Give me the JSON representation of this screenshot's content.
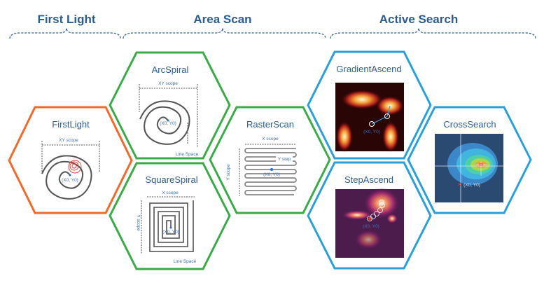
{
  "headers": {
    "first_light": "First Light",
    "area_scan": "Area Scan",
    "active_search": "Active Search"
  },
  "colors": {
    "first_light": "#f26a2b",
    "area_scan": "#3aab47",
    "active_search": "#2a9fd8",
    "title": "#2f5f96"
  },
  "cells": {
    "firstlight": {
      "title": "FirstLight",
      "scope": "XY scope",
      "origin": "(X0, Y0)"
    },
    "arcspiral": {
      "title": "ArcSpiral",
      "scope": "XY scope",
      "origin": "(X0, Y0)",
      "spacing": "Line Space"
    },
    "squarespiral": {
      "title": "SquareSpiral",
      "xscope": "X scope",
      "yscope": "Y scope",
      "origin": "(X0, Y0)",
      "spacing": "Line Space"
    },
    "rasterscan": {
      "title": "RasterScan",
      "xscope": "X scope",
      "yscope": "Y scope",
      "ystep": "Y step",
      "origin": "(X0, Y0)"
    },
    "gradientascend": {
      "title": "GradientAscend",
      "origin": "(X0, Y0)"
    },
    "stepascend": {
      "title": "StepAscend",
      "origin": "(X0, Y0)"
    },
    "crosssearch": {
      "title": "CrossSearch",
      "origin": "(X0, Y0)"
    }
  }
}
